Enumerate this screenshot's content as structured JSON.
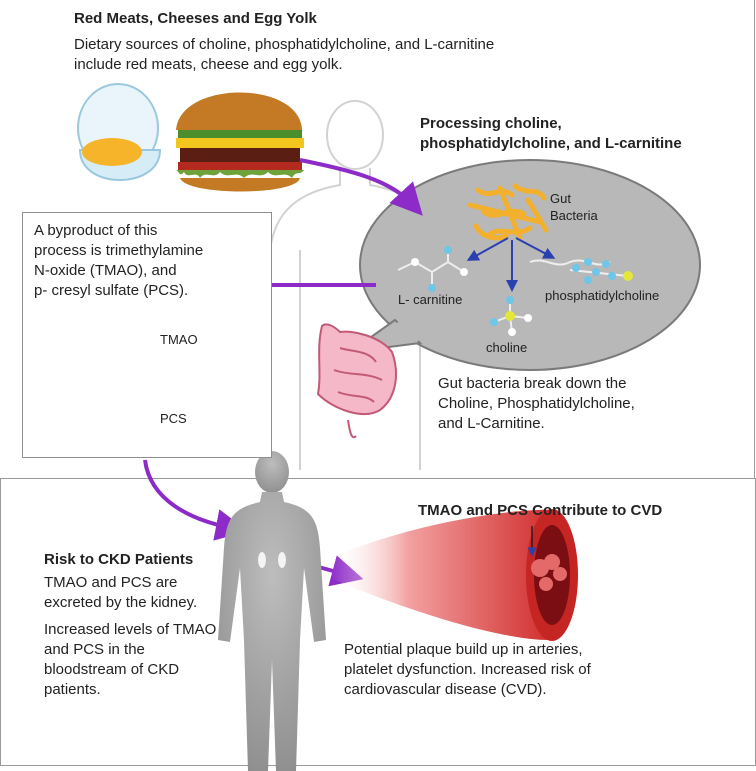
{
  "top_section": {
    "title": "Red Meats, Cheeses and Egg Yolk",
    "description_line1": "Dietary sources of choline, phosphatidylcholine, and L-carnitine",
    "description_line2": "include red meats, cheese and egg yolk."
  },
  "processing": {
    "title_line1": "Processing choline,",
    "title_line2": "phosphatidylcholine, and L-carnitine",
    "gut_label_line1": "Gut",
    "gut_label_line2": "Bacteria",
    "carnitine_label": "L- carnitine",
    "phosphatidylcholine_label": "phosphatidylcholine",
    "choline_label": "choline"
  },
  "gut_caption": {
    "line1": "Gut bacteria break down the",
    "line2": "Choline, Phosphatidylcholine,",
    "line3": "and L-Carnitine."
  },
  "byproduct_box": {
    "line1": "A byproduct of this",
    "line2": "process is trimethylamine",
    "line3": "N-oxide (TMAO), and",
    "line4": "p- cresyl sulfate (PCS).",
    "tmao_label": "TMAO",
    "pcs_label": "PCS"
  },
  "ckd": {
    "title": "Risk to CKD Patients",
    "line1": "TMAO  and PCS are",
    "line2": "excreted by the kidney.",
    "line3": "Increased levels of TMAO",
    "line4": "and PCS in the",
    "line5": "bloodstream of CKD",
    "line6": "patients."
  },
  "cvd": {
    "title": "TMAO and PCS Contribute to CVD",
    "line1": "Potential plaque build up in arteries,",
    "line2": "platelet dysfunction. Increased risk of",
    "line3": "cardiovascular disease (CVD)."
  },
  "colors": {
    "arrow": "#8d2bc9",
    "bubble": "#b8b8b8",
    "molecule_blue": "#6ec6e8",
    "molecule_yellow": "#e4e63a",
    "molecule_dark": "#2b2b8c",
    "artery_red": "#d9302f"
  }
}
